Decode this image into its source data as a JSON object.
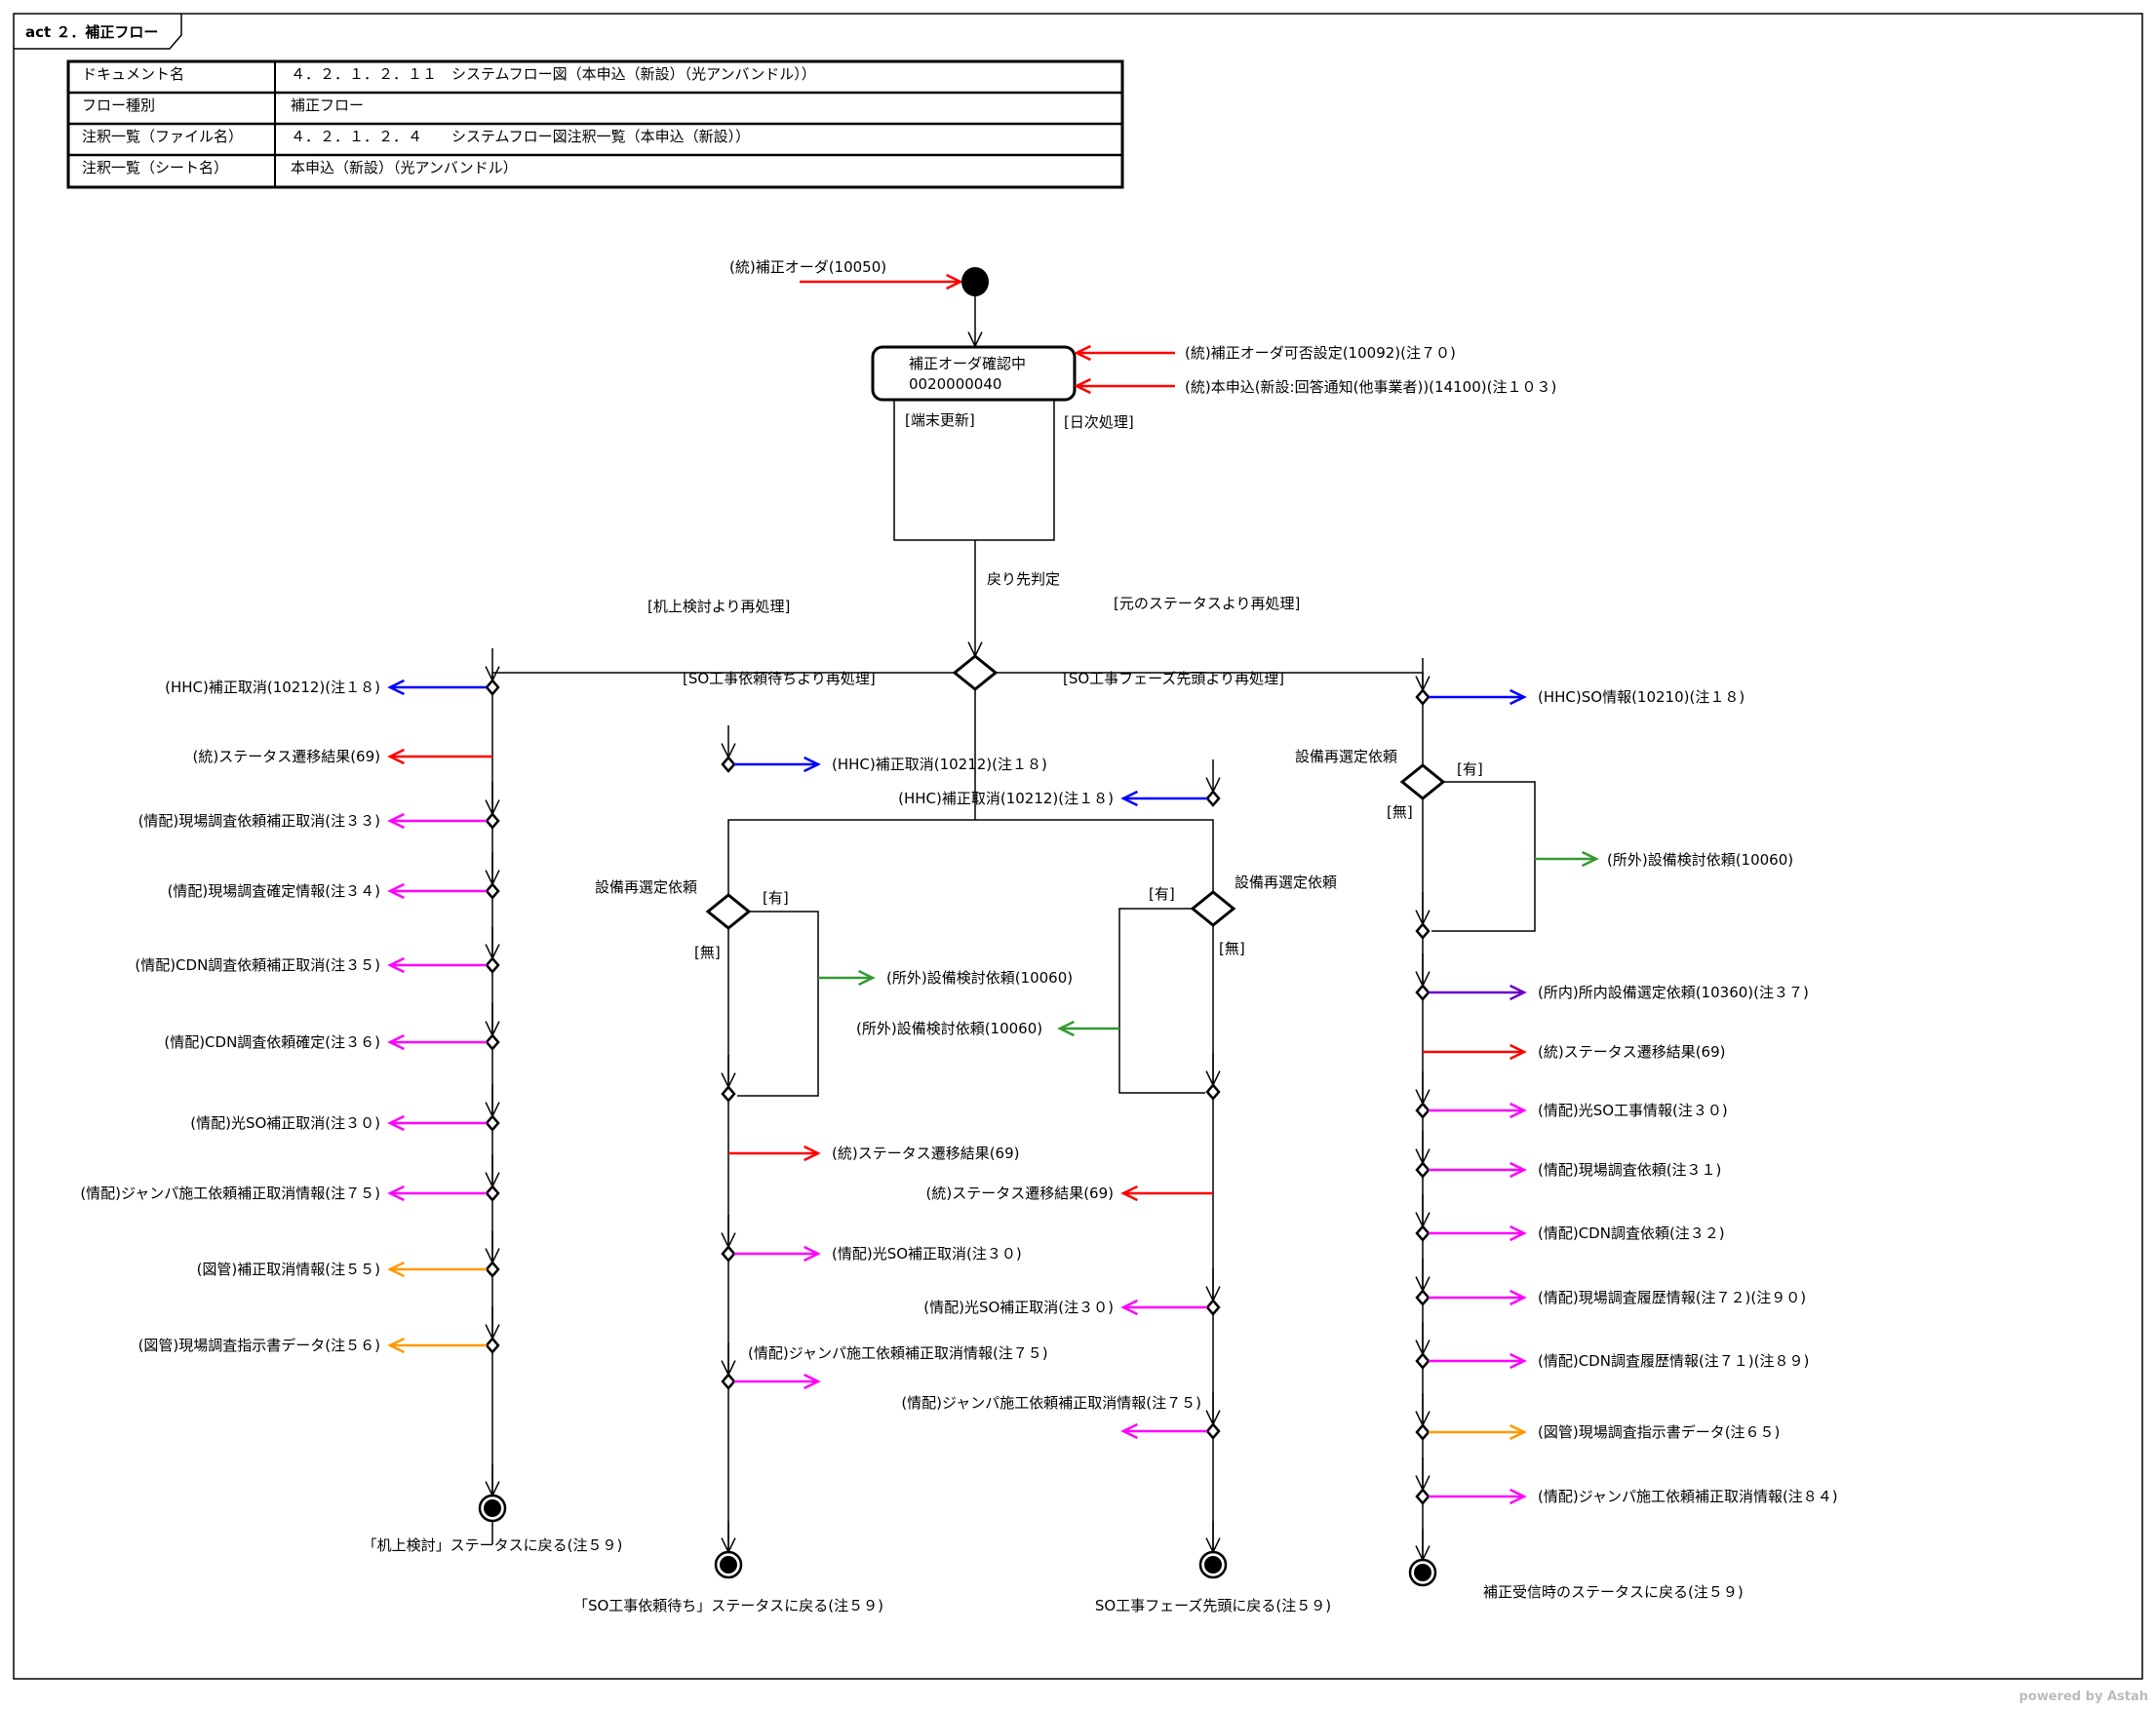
{
  "frame": {
    "title": "act ２．補正フロー"
  },
  "info_table": {
    "rows": [
      {
        "key": "ドキュメント名",
        "value": "４．２．１．２．１１　システムフロー図（本申込（新設）（光アンバンドル））"
      },
      {
        "key": "フロー種別",
        "value": "補正フロー"
      },
      {
        "key": "注釈一覧（ファイル名）",
        "value": "４．２．１．２．４　　システムフロー図注釈一覧（本申込（新設））"
      },
      {
        "key": "注釈一覧（シート名）",
        "value": "本申込（新設）（光アンバンドル）"
      }
    ]
  },
  "colors": {
    "red": "#ff0000",
    "blue": "#0000ff",
    "magenta": "#ff00ff",
    "orange": "#ff9900",
    "green": "#339933",
    "purple": "#6600cc",
    "black": "#000000"
  },
  "start": {
    "incoming_label": "(統)補正オーダ(10050)"
  },
  "state": {
    "name": "補正オーダ確認中",
    "code": "0020000040",
    "incoming": [
      "(統)補正オーダ可否設定(10092)(注７０)",
      "(統)本申込(新設:回答通知(他事業者))(14100)(注１０３)"
    ],
    "loop_guard_left": "[端末更新]",
    "loop_guard_right": "[日次処理]"
  },
  "decision": {
    "label": "戻り先判定",
    "guard_left": "[机上検討より再処理]",
    "guard_right": "[元のステータスより再処理]",
    "guard_mid_left": "[SO工事依頼待ちより再処理]",
    "guard_mid_right": "[SO工事フェーズ先頭より再処理]"
  },
  "columns": [
    {
      "id": "col1",
      "messages": [
        {
          "text": "(HHC)補正取消(10212)(注１８)",
          "color": "blue",
          "dir": "left",
          "fork": true
        },
        {
          "text": "(統)ステータス遷移結果(69)",
          "color": "red",
          "dir": "left",
          "fork": false
        },
        {
          "text": "(情配)現場調査依頼補正取消(注３３)",
          "color": "magenta",
          "dir": "left",
          "fork": true
        },
        {
          "text": "(情配)現場調査確定情報(注３４)",
          "color": "magenta",
          "dir": "left",
          "fork": true
        },
        {
          "text": "(情配)CDN調査依頼補正取消(注３５)",
          "color": "magenta",
          "dir": "left",
          "fork": true
        },
        {
          "text": "(情配)CDN調査依頼確定(注３６)",
          "color": "magenta",
          "dir": "left",
          "fork": true
        },
        {
          "text": "(情配)光SO補正取消(注３０)",
          "color": "magenta",
          "dir": "left",
          "fork": true
        },
        {
          "text": "(情配)ジャンパ施工依頼補正取消情報(注７５)",
          "color": "magenta",
          "dir": "left",
          "fork": true
        },
        {
          "text": "(図管)補正取消情報(注５５)",
          "color": "orange",
          "dir": "left",
          "fork": true
        },
        {
          "text": "(図管)現場調査指示書データ(注５６)",
          "color": "orange",
          "dir": "left",
          "fork": true
        }
      ],
      "final_label": "「机上検討」ステータスに戻る(注５９)"
    },
    {
      "id": "col2",
      "messages": [
        {
          "text": "(HHC)補正取消(10212)(注１８)",
          "color": "blue",
          "dir": "right",
          "fork": true
        },
        {
          "text": "(統)ステータス遷移結果(69)",
          "color": "red",
          "dir": "right",
          "fork": false
        },
        {
          "text": "(情配)光SO補正取消(注３０)",
          "color": "magenta",
          "dir": "right",
          "fork": true
        },
        {
          "text": "(情配)ジャンパ施工依頼補正取消情報(注７５)",
          "color": "magenta",
          "dir": "right",
          "fork": true
        }
      ],
      "decision": {
        "label": "設備再選定依頼",
        "yes": "[有]",
        "no": "[無]",
        "branch_message": "(所外)設備検討依頼(10060)"
      },
      "final_label": "「SO工事依頼待ち」ステータスに戻る(注５９)"
    },
    {
      "id": "col3",
      "messages": [
        {
          "text": "(HHC)補正取消(10212)(注１８)",
          "color": "blue",
          "dir": "left",
          "fork": true
        },
        {
          "text": "(統)ステータス遷移結果(69)",
          "color": "red",
          "dir": "left",
          "fork": false
        },
        {
          "text": "(情配)光SO補正取消(注３０)",
          "color": "magenta",
          "dir": "left",
          "fork": true
        },
        {
          "text": "(情配)ジャンパ施工依頼補正取消情報(注７５)",
          "color": "magenta",
          "dir": "left",
          "fork": true
        }
      ],
      "decision": {
        "label": "設備再選定依頼",
        "yes": "[有]",
        "no": "[無]",
        "branch_message": "(所外)設備検討依頼(10060)"
      },
      "final_label": "SO工事フェーズ先頭に戻る(注５９)"
    },
    {
      "id": "col4",
      "messages": [
        {
          "text": "(HHC)SO情報(10210)(注１８)",
          "color": "blue",
          "dir": "right",
          "fork": true
        },
        {
          "text": "(所内)所内設備選定依頼(10360)(注３７)",
          "color": "purple",
          "dir": "right",
          "fork": true
        },
        {
          "text": "(統)ステータス遷移結果(69)",
          "color": "red",
          "dir": "right",
          "fork": false
        },
        {
          "text": "(情配)光SO工事情報(注３０)",
          "color": "magenta",
          "dir": "right",
          "fork": true
        },
        {
          "text": "(情配)現場調査依頼(注３１)",
          "color": "magenta",
          "dir": "right",
          "fork": true
        },
        {
          "text": "(情配)CDN調査依頼(注３２)",
          "color": "magenta",
          "dir": "right",
          "fork": true
        },
        {
          "text": "(情配)現場調査履歴情報(注７２)(注９０)",
          "color": "magenta",
          "dir": "right",
          "fork": true
        },
        {
          "text": "(情配)CDN調査履歴情報(注７１)(注８９)",
          "color": "magenta",
          "dir": "right",
          "fork": true
        },
        {
          "text": "(図管)現場調査指示書データ(注６５)",
          "color": "orange",
          "dir": "right",
          "fork": true
        },
        {
          "text": "(情配)ジャンパ施工依頼補正取消情報(注８４)",
          "color": "magenta",
          "dir": "right",
          "fork": true
        }
      ],
      "decision": {
        "label": "設備再選定依頼",
        "yes": "[有]",
        "no": "[無]",
        "branch_message": "(所外)設備検討依頼(10060)"
      },
      "final_label": "補正受信時のステータスに戻る(注５９)"
    }
  ],
  "footer": "powered by Astah"
}
